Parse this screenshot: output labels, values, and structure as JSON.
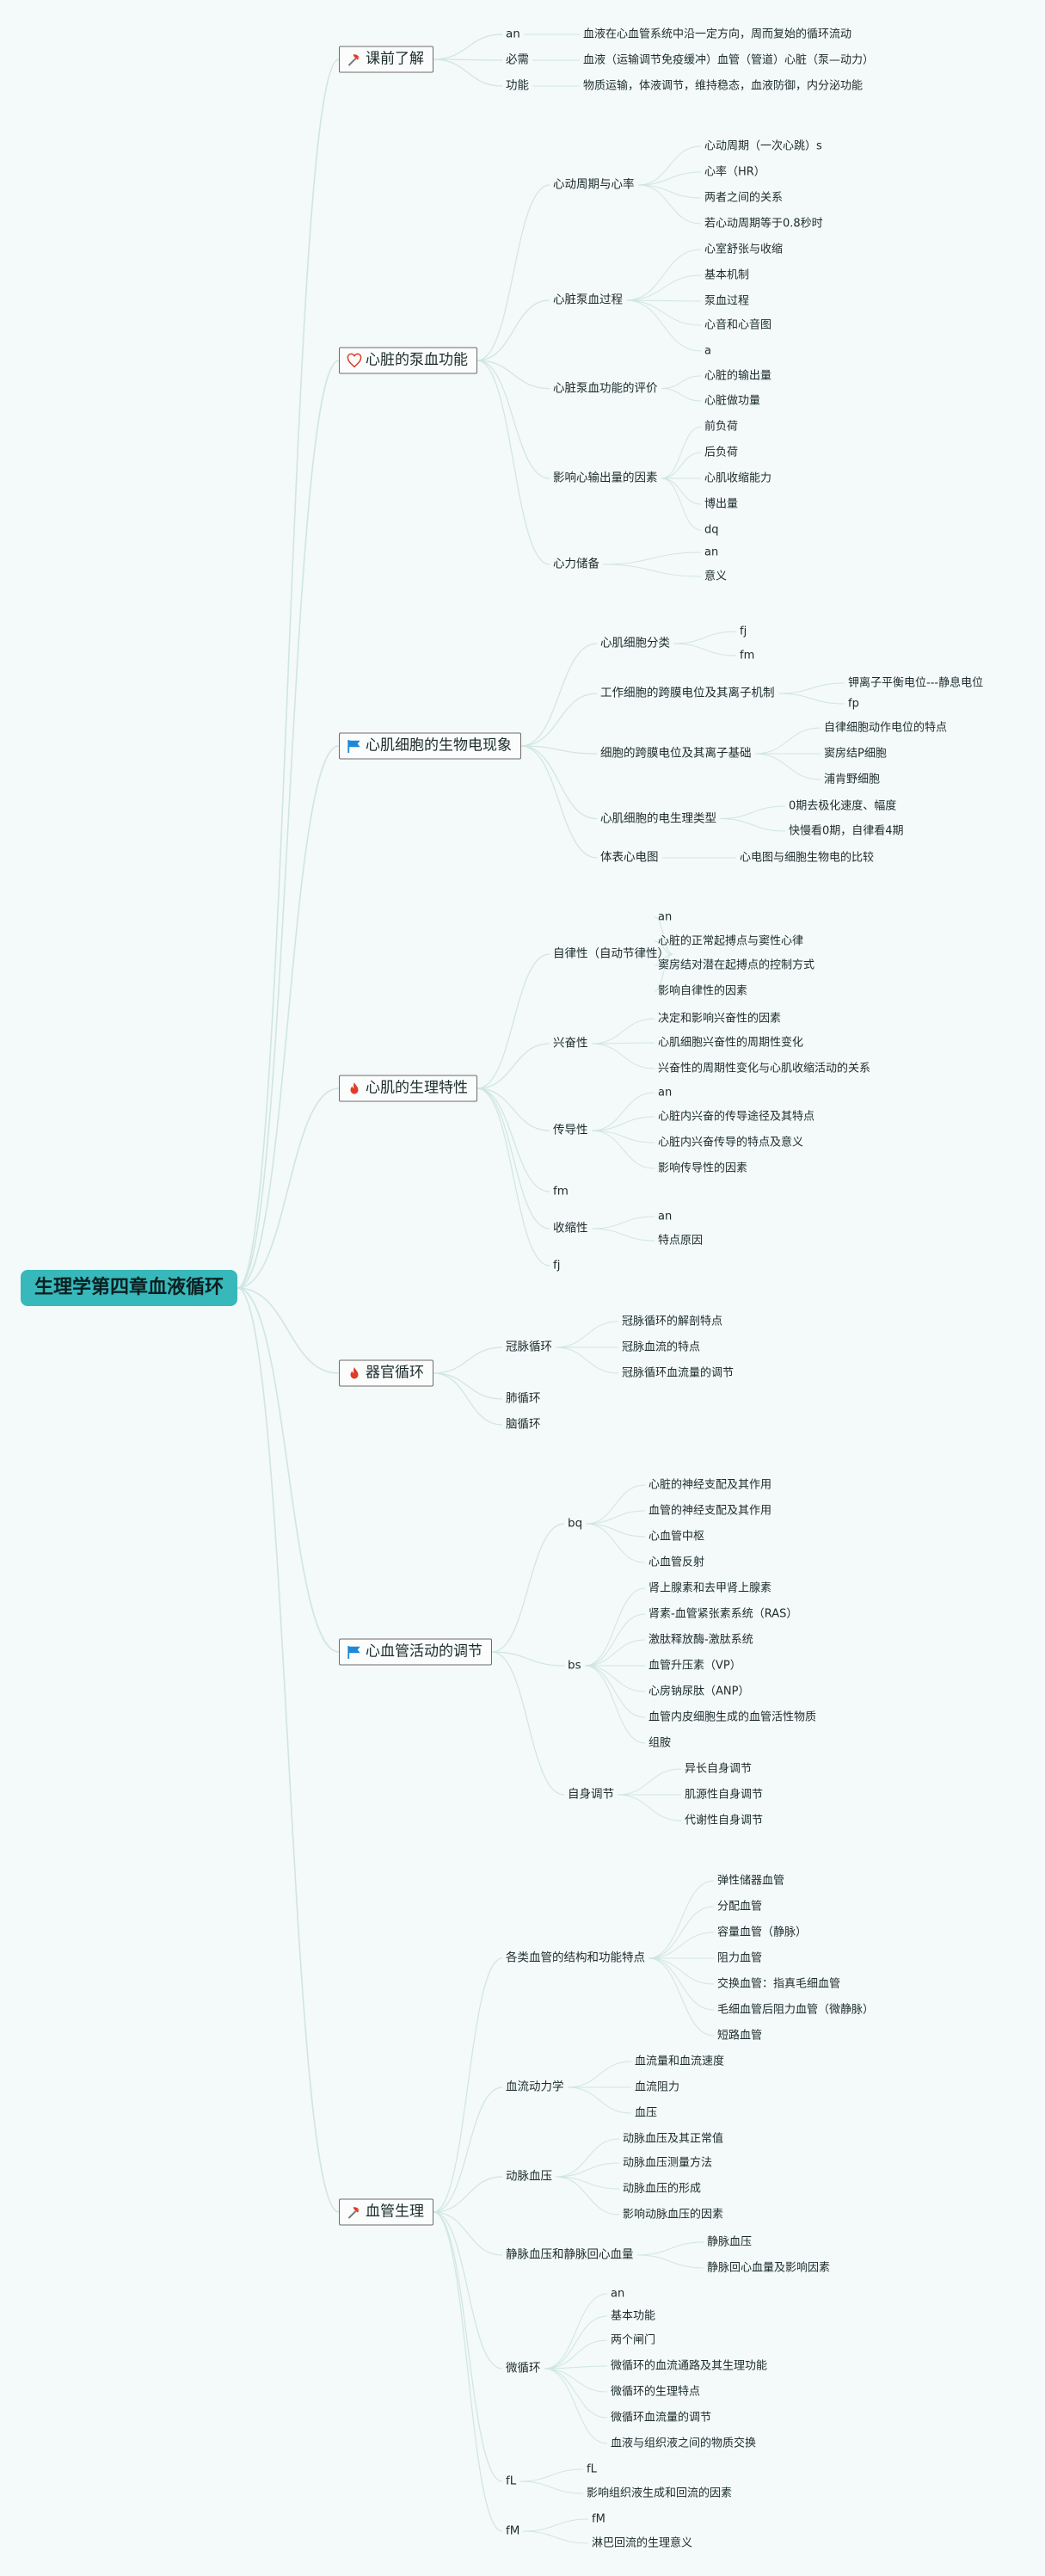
{
  "root": "生理学第四章血液循环",
  "categories": [
    {
      "label": "课前了解",
      "icon": "hammer-pick-icon",
      "children": [
        {
          "label": "an",
          "children": [
            {
              "label": "血液在心血管系统中沿一定方向，周而复始的循环流动"
            }
          ]
        },
        {
          "label": "必需",
          "children": [
            {
              "label": "血液（运输调节免疫缓冲）血管（管道）心脏（泵—动力）"
            }
          ]
        },
        {
          "label": "功能",
          "children": [
            {
              "label": "物质运输，体液调节，维持稳态，血液防御，内分泌功能"
            }
          ]
        }
      ]
    },
    {
      "label": "心脏的泵血功能",
      "icon": "heart-icon",
      "children": [
        {
          "label": "心动周期与心率",
          "children": [
            {
              "label": "心动周期（一次心跳）s"
            },
            {
              "label": "心率（HR）"
            },
            {
              "label": "两者之间的关系"
            },
            {
              "label": "若心动周期等于0.8秒时"
            }
          ]
        },
        {
          "label": "心脏泵血过程",
          "children": [
            {
              "label": "心室舒张与收缩"
            },
            {
              "label": "基本机制"
            },
            {
              "label": "泵血过程"
            },
            {
              "label": "心音和心音图"
            },
            {
              "label": "a"
            }
          ]
        },
        {
          "label": "心脏泵血功能的评价",
          "children": [
            {
              "label": "心脏的输出量"
            },
            {
              "label": "心脏做功量"
            }
          ]
        },
        {
          "label": "影响心输出量的因素",
          "children": [
            {
              "label": "前负荷"
            },
            {
              "label": "后负荷"
            },
            {
              "label": "心肌收缩能力"
            },
            {
              "label": "博出量"
            },
            {
              "label": "dq"
            }
          ]
        },
        {
          "label": "心力储备",
          "children": [
            {
              "label": "an"
            },
            {
              "label": "意义"
            }
          ]
        }
      ]
    },
    {
      "label": "心肌细胞的生物电现象",
      "icon": "flag-icon",
      "children": [
        {
          "label": "心肌细胞分类",
          "children": [
            {
              "label": "fj"
            },
            {
              "label": "fm"
            }
          ]
        },
        {
          "label": "工作细胞的跨膜电位及其离子机制",
          "children": [
            {
              "label": "钾离子平衡电位---静息电位"
            },
            {
              "label": "fp"
            }
          ]
        },
        {
          "label": "细胞的跨膜电位及其离子基础",
          "children": [
            {
              "label": "自律细胞动作电位的特点"
            },
            {
              "label": "窦房结P细胞"
            },
            {
              "label": "浦肯野细胞"
            }
          ]
        },
        {
          "label": "心肌细胞的电生理类型",
          "children": [
            {
              "label": "0期去极化速度、幅度"
            },
            {
              "label": "快慢看0期，自律看4期"
            }
          ]
        },
        {
          "label": "体表心电图",
          "children": [
            {
              "label": "心电图与细胞生物电的比较"
            }
          ]
        }
      ]
    },
    {
      "label": "心肌的生理特性",
      "icon": "fire-icon",
      "children": [
        {
          "label": "自律性（自动节律性）",
          "children": [
            {
              "label": "an"
            },
            {
              "label": "心脏的正常起搏点与窦性心律"
            },
            {
              "label": "窦房结对潜在起搏点的控制方式"
            },
            {
              "label": "影响自律性的因素"
            }
          ]
        },
        {
          "label": "兴奋性",
          "children": [
            {
              "label": "决定和影响兴奋性的因素"
            },
            {
              "label": "心肌细胞兴奋性的周期性变化"
            },
            {
              "label": "兴奋性的周期性变化与心肌收缩活动的关系"
            }
          ]
        },
        {
          "label": "传导性",
          "children": [
            {
              "label": "an"
            },
            {
              "label": "心脏内兴奋的传导途径及其特点"
            },
            {
              "label": "心脏内兴奋传导的特点及意义"
            },
            {
              "label": "影响传导性的因素"
            }
          ]
        },
        {
          "label": "fm",
          "children": []
        },
        {
          "label": "收缩性",
          "children": [
            {
              "label": "an"
            },
            {
              "label": "特点原因"
            }
          ]
        },
        {
          "label": "fj",
          "children": []
        }
      ]
    },
    {
      "label": "器官循环",
      "icon": "fire-icon",
      "children": [
        {
          "label": "冠脉循环",
          "children": [
            {
              "label": "冠脉循环的解剖特点"
            },
            {
              "label": "冠脉血流的特点"
            },
            {
              "label": "冠脉循环血流量的调节"
            }
          ]
        },
        {
          "label": "肺循环",
          "children": []
        },
        {
          "label": "脑循环",
          "children": []
        }
      ]
    },
    {
      "label": "心血管活动的调节",
      "icon": "flag-icon",
      "children": [
        {
          "label": "bq",
          "children": [
            {
              "label": "心脏的神经支配及其作用"
            },
            {
              "label": "血管的神经支配及其作用"
            },
            {
              "label": "心血管中枢"
            },
            {
              "label": "心血管反射"
            }
          ]
        },
        {
          "label": "bs",
          "children": [
            {
              "label": "肾上腺素和去甲肾上腺素"
            },
            {
              "label": "肾素-血管紧张素系统（RAS）"
            },
            {
              "label": "激肽释放酶-激肽系统"
            },
            {
              "label": "血管升压素（VP）"
            },
            {
              "label": "心房钠尿肽（ANP）"
            },
            {
              "label": "血管内皮细胞生成的血管活性物质"
            },
            {
              "label": "组胺"
            }
          ]
        },
        {
          "label": "自身调节",
          "children": [
            {
              "label": "异长自身调节"
            },
            {
              "label": "肌源性自身调节"
            },
            {
              "label": "代谢性自身调节"
            }
          ]
        }
      ]
    },
    {
      "label": "血管生理",
      "icon": "hammer-pick-icon",
      "children": [
        {
          "label": "各类血管的结构和功能特点",
          "children": [
            {
              "label": "弹性储器血管"
            },
            {
              "label": "分配血管"
            },
            {
              "label": "容量血管（静脉）"
            },
            {
              "label": "阻力血管"
            },
            {
              "label": "交换血管：指真毛细血管"
            },
            {
              "label": "毛细血管后阻力血管（微静脉）"
            },
            {
              "label": "短路血管"
            }
          ]
        },
        {
          "label": "血流动力学",
          "children": [
            {
              "label": "血流量和血流速度"
            },
            {
              "label": "血流阻力"
            },
            {
              "label": "血压"
            }
          ]
        },
        {
          "label": "动脉血压",
          "children": [
            {
              "label": "动脉血压及其正常值"
            },
            {
              "label": "动脉血压测量方法"
            },
            {
              "label": "动脉血压的形成"
            },
            {
              "label": "影响动脉血压的因素"
            }
          ]
        },
        {
          "label": "静脉血压和静脉回心血量",
          "children": [
            {
              "label": "静脉血压"
            },
            {
              "label": "静脉回心血量及影响因素"
            }
          ]
        },
        {
          "label": "微循环",
          "children": [
            {
              "label": "an"
            },
            {
              "label": "基本功能"
            },
            {
              "label": "两个闸门"
            },
            {
              "label": "微循环的血流通路及其生理功能"
            },
            {
              "label": "微循环的生理特点"
            },
            {
              "label": "微循环血流量的调节"
            },
            {
              "label": "血液与组织液之间的物质交换"
            }
          ]
        },
        {
          "label": "fL",
          "children": [
            {
              "label": "fL"
            },
            {
              "label": "影响组织液生成和回流的因素"
            }
          ]
        },
        {
          "label": "fM",
          "children": [
            {
              "label": "fM"
            },
            {
              "label": "淋巴回流的生理意义"
            }
          ]
        }
      ]
    }
  ],
  "colors": {
    "background": "#f4f9f9",
    "root_fill": "#37b8bb",
    "connector": "#cfe6e2",
    "category_border": "#6c6c6c",
    "icon_red": "#e03b24",
    "icon_blue": "#1e88d8"
  }
}
